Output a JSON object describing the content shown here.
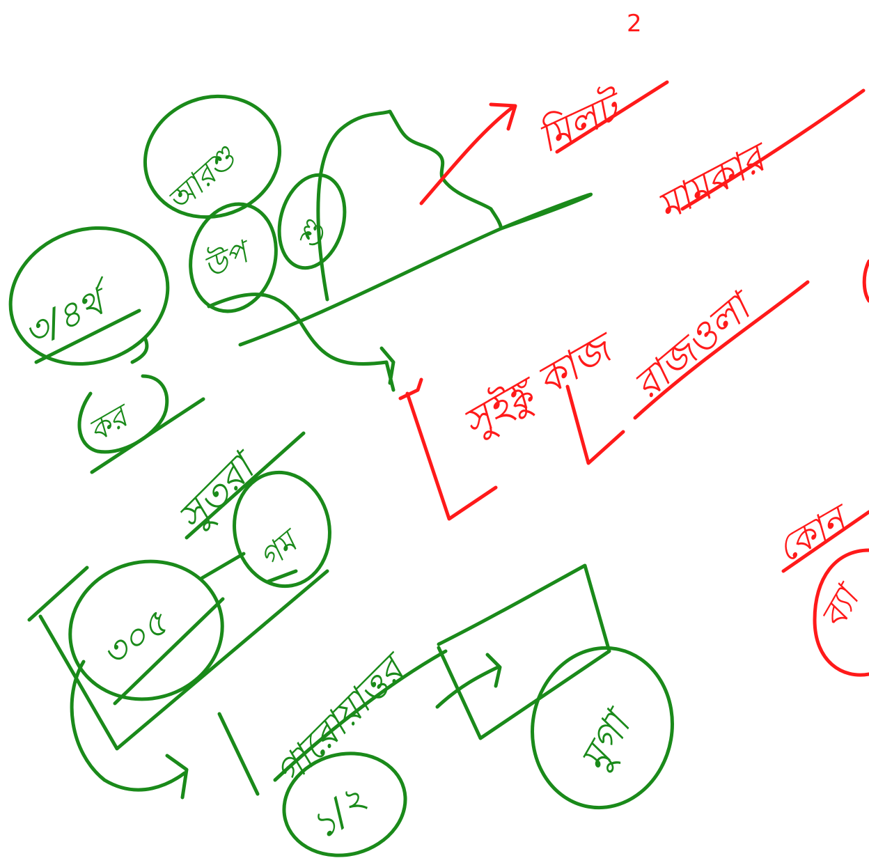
{
  "colors": {
    "green": "#1a8a1a",
    "red": "#ff1a1a",
    "background": "#ffffff"
  },
  "green_labels": {
    "top_oval": "আরশু",
    "left_oval": "৩/৪র্থ",
    "mid_oval_a": "উপ",
    "mid_oval_b": "শু",
    "left_word": "কর",
    "plural_word": "সুতরা",
    "oval_bottom_left": "৩০৫",
    "oval_bottom_mid": "গম",
    "slanted_word": "গারোয়াত্তর",
    "oval_half": "১/২",
    "oval_right": "মুগা"
  },
  "red_labels": {
    "top_word": "মিলট",
    "top_word_sup": "2",
    "right_word": "মামকার",
    "middle_word_a": "সুইঙ্কু কাজ",
    "middle_word_b": "রাজওলা",
    "bottom_right_word": "কোন",
    "bottom_right_oval": "ব্যা"
  }
}
